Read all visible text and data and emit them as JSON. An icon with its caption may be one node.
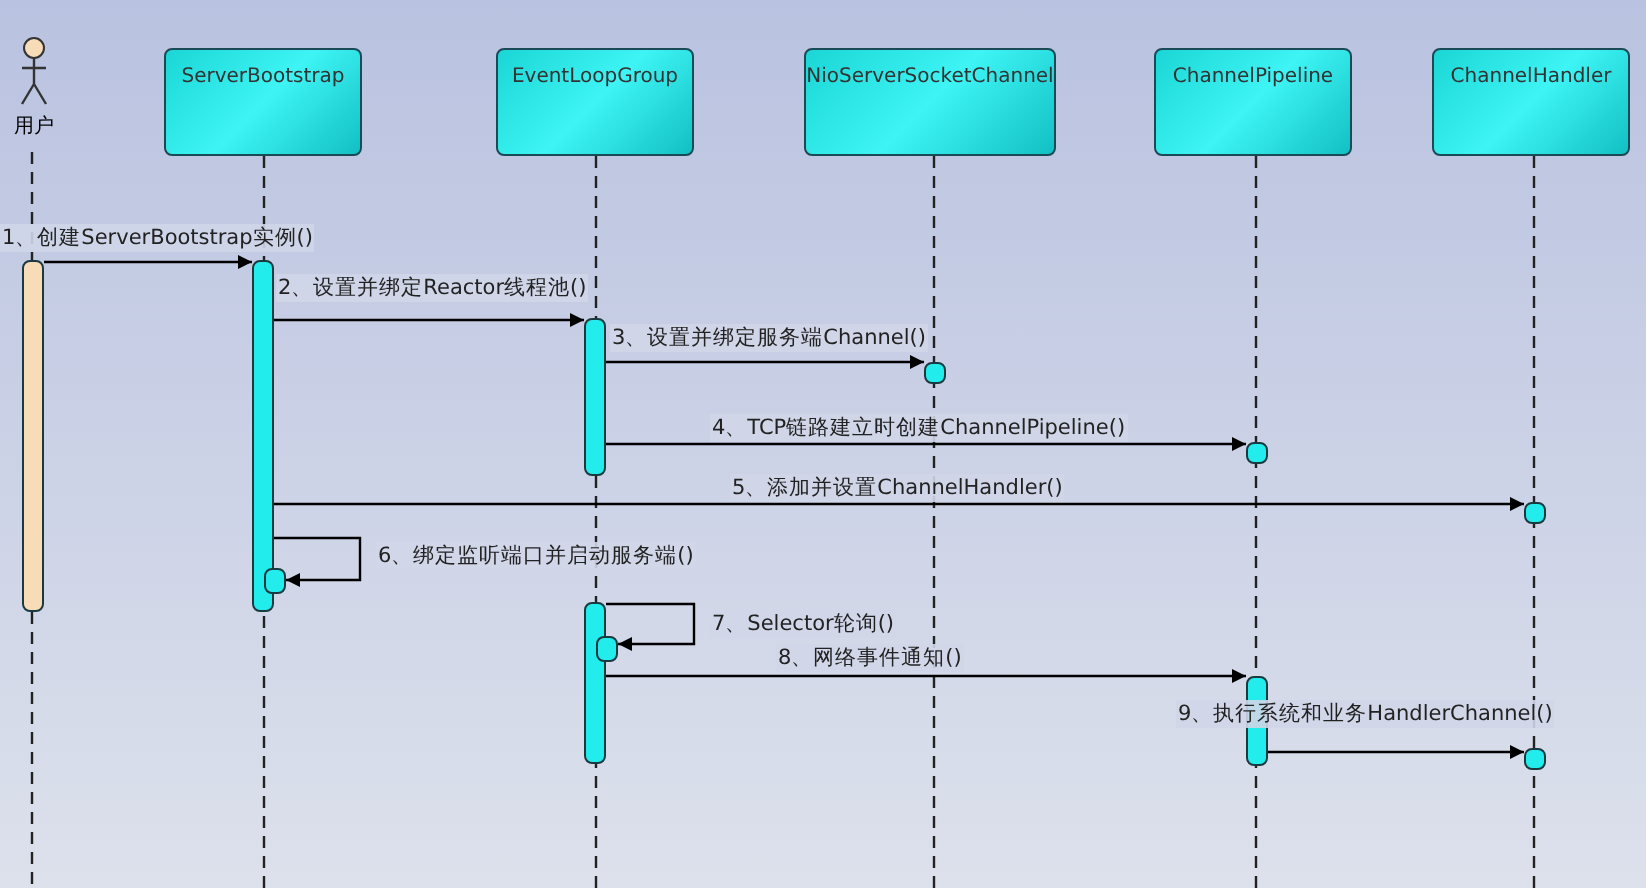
{
  "diagram": {
    "nodes": [
      {
        "text": [
          "用户"
        ]
      },
      {
        "text": [
          "ServerBootstrap"
        ]
      },
      {
        "text": [
          "EventLoopGroup"
        ]
      },
      {
        "text": [
          "NioServerSocketChannel"
        ]
      },
      {
        "text": [
          "ChannelPipeline"
        ]
      },
      {
        "text": [
          "ChannelHandler"
        ]
      },
      {
        "text": [],
        "shape": "bar"
      },
      {
        "text": [],
        "shape": "bar"
      },
      {
        "text": [],
        "shape": "bar"
      },
      {
        "text": [],
        "shape": "bar"
      },
      {
        "text": [],
        "shape": "bar"
      },
      {
        "text": [],
        "shape": "bar"
      },
      {
        "text": [],
        "shape": "bar"
      },
      {
        "text": [],
        "shape": "bar"
      },
      {
        "text": [],
        "shape": "bar"
      },
      {
        "text": [],
        "shape": "bar"
      },
      {
        "text": [],
        "shape": "bar"
      }
    ],
    "edges": [
      {
        "from": 6,
        "to": 7,
        "arrow": "to",
        "label": "1、创建ServerBootstrap实例()"
      },
      {
        "from": 7,
        "to": 8,
        "arrow": "to",
        "label": "2、设置并绑定Reactor线程池()"
      },
      {
        "from": 8,
        "to": 9,
        "arrow": "to",
        "label": "3、设置并绑定服务端Channel()"
      },
      {
        "from": 8,
        "to": 10,
        "arrow": "to",
        "label": "4、TCP链路建立时创建ChannelPipeline()"
      },
      {
        "from": 7,
        "to": 11,
        "arrow": "to",
        "label": "5、添加并设置ChannelHandler()"
      },
      {
        "from": 7,
        "to": 12,
        "arrow": "to",
        "label": "6、绑定监听端口并启动服务端()"
      },
      {
        "from": 13,
        "to": 14,
        "arrow": "to",
        "label": "7、Selector轮询()"
      },
      {
        "from": 13,
        "to": 15,
        "arrow": "to",
        "label": "8、网络事件通知()"
      },
      {
        "from": 15,
        "to": 16,
        "arrow": "to",
        "label": "9、执行系统和业务HandlerChannel()"
      }
    ]
  }
}
